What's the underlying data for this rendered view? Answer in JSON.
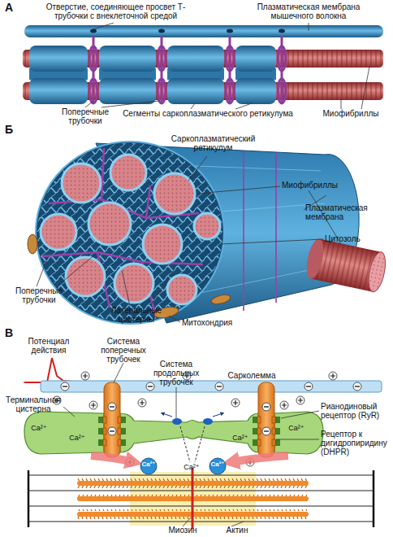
{
  "diagram": {
    "labels": [
      "А",
      "Отверстие, соединяющее просвет Т-трубочки с внеклеточной средой",
      "Плазматическая мембрана мышечного волокна",
      "Поперечные трубочки",
      "Сегменты саркоплазматического ретикулума",
      "Миофибриллы",
      "Б",
      "Саркоплазматический ретикулум",
      "Миофибриллы",
      "Плазматическая мембрана",
      "Цитозоль",
      "Поперечные трубочки",
      "Латеральные цистерны",
      "Митохондрия",
      "В",
      "Потенциал действия",
      "Система поперечных трубочек",
      "Система продольных трубочек",
      "Сарколемма",
      "Терминальная цистерна",
      "Рианодиновый рецептор (RyR)",
      "Рецептор к дигидропиридину (DHPR)",
      "Ca²⁺",
      "Ca²⁺",
      "Ca²⁺",
      "Ca²⁺",
      "Ca²⁺",
      "Ca²⁺",
      "Ca²⁺",
      "Миозин",
      "Актин"
    ]
  }
}
